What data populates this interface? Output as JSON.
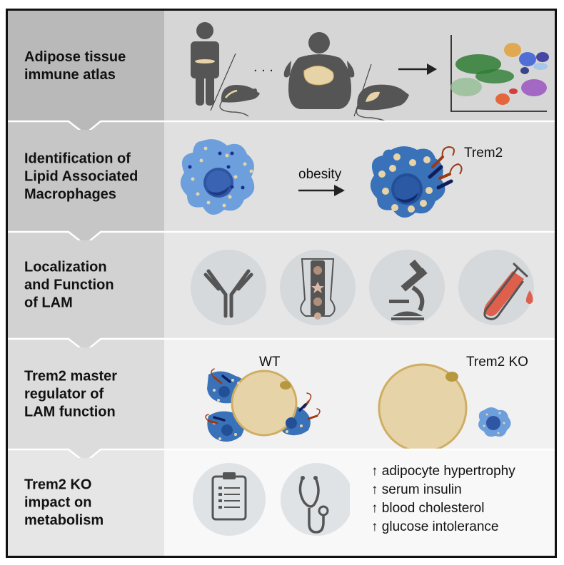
{
  "rows": [
    {
      "label": "Adipose tissue immune atlas",
      "label_lines": [
        "Adipose tissue",
        "immune atlas"
      ],
      "icons": [
        "lean-human-icon",
        "lean-mouse-icon",
        "ellipsis",
        "obese-human-icon",
        "obese-mouse-icon",
        "arrow-right-icon",
        "single-cell-cluster-plot"
      ],
      "ellipsis": ". . ."
    },
    {
      "label": "Identification of Lipid Associated Macrophages",
      "label_lines": [
        "Identification of",
        "Lipid Associated",
        "Macrophages"
      ],
      "arrow_label": "obesity",
      "receptor_label": "Trem2"
    },
    {
      "label": "Localization and Function of LAM",
      "label_lines": [
        "Localization",
        "and Function",
        "of LAM"
      ],
      "icons": [
        "antibody-icon",
        "flow-cytometry-icon",
        "microscope-icon",
        "blood-test-tube-icon"
      ]
    },
    {
      "label": "Trem2 master regulator of LAM function",
      "label_lines": [
        "Trem2 master",
        "regulator of",
        "LAM function"
      ],
      "wt_label": "WT",
      "ko_label": "Trem2 KO"
    },
    {
      "label": "Trem2 KO impact on metabolism",
      "label_lines": [
        "Trem2 KO",
        "impact on",
        "metabolism"
      ],
      "icons": [
        "clipboard-icon",
        "stethoscope-icon"
      ],
      "effects": [
        "↑ adipocyte hypertrophy",
        "↑ serum insulin",
        "↑ blood cholesterol",
        "↑ glucose intolerance"
      ]
    }
  ],
  "colors": {
    "label_bg": [
      "#b9b9b9",
      "#c6c6c6",
      "#d2d2d2",
      "#dcdcdc",
      "#e6e6e6"
    ],
    "content_bg": [
      "#d6d6d6",
      "#e0e0e0",
      "#e6e6e6",
      "#f1f1f1",
      "#f8f8f8"
    ],
    "dark_gray": "#555555",
    "fat": "#e6d4a8",
    "fat_border": "#cfae63",
    "macrophage_light": "#6c9fdc",
    "macrophage_lam": "#3a72b9",
    "nucleus": "#2f56a3",
    "trem2_red": "#9b3a17",
    "trem2_navy": "#0f1f5c",
    "blood": "#dd5f4c",
    "icon_circle": "#d5d9dc"
  }
}
